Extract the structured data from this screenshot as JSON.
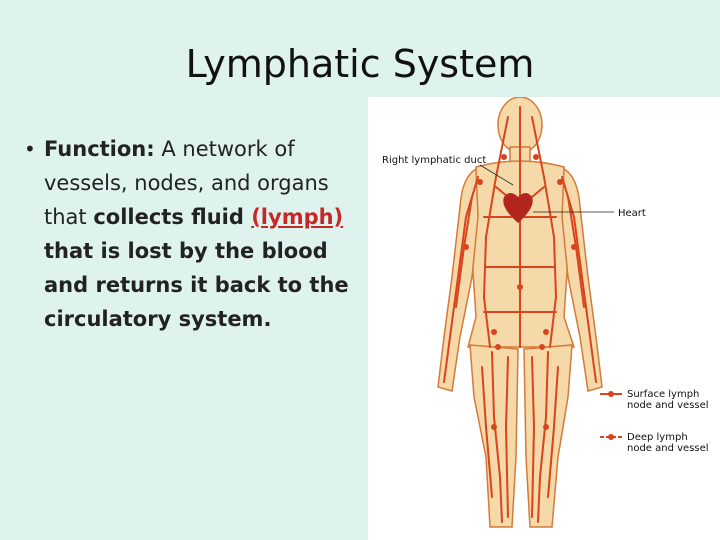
{
  "slide": {
    "title": "Lymphatic System",
    "bullet": {
      "lead": "Function:",
      "t1": " A network of vessels, nodes, and organs that ",
      "t2": "collects fluid ",
      "lymph": "(lymph) ",
      "t3": "that is lost by the blood and returns it back to the circulatory system."
    }
  },
  "figure": {
    "labels": {
      "right_duct": "Right lymphatic duct",
      "heart": "Heart",
      "surface_1": "Surface lymph",
      "surface_2": "node and vessel",
      "deep_1": "Deep lymph",
      "deep_2": "node and vessel"
    },
    "colors": {
      "skin": "#f6d9a8",
      "outline": "#d47a3a",
      "vessel": "#d9441c",
      "heart": "#b3261e"
    }
  }
}
